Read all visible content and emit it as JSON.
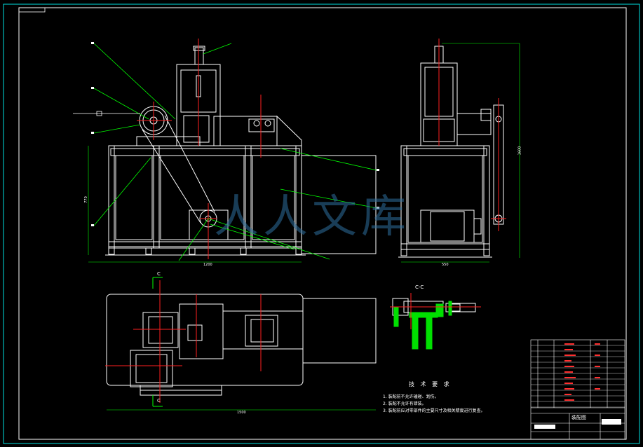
{
  "drawing": {
    "notes_title": "技 术 要 求",
    "notes": [
      "1. 装配前不允许磕碰、划伤。",
      "2. 装配不允许有错装。",
      "3. 装配前应对零部件的主要尺寸及相关精度进行复查。"
    ],
    "section_label": "C-C",
    "cut_marker": "C",
    "dims": {
      "front_width": "1200",
      "front_height": "770",
      "side_width": "550",
      "side_height": "1600",
      "top_length": "1500"
    },
    "title_block_name": "装配图",
    "watermark": "人人文库"
  },
  "colors": {
    "frame": "#ffffff",
    "leader": "#00ff00",
    "centerline": "#ff2020",
    "border": "#00e0e0",
    "hatch": "#00c000"
  }
}
